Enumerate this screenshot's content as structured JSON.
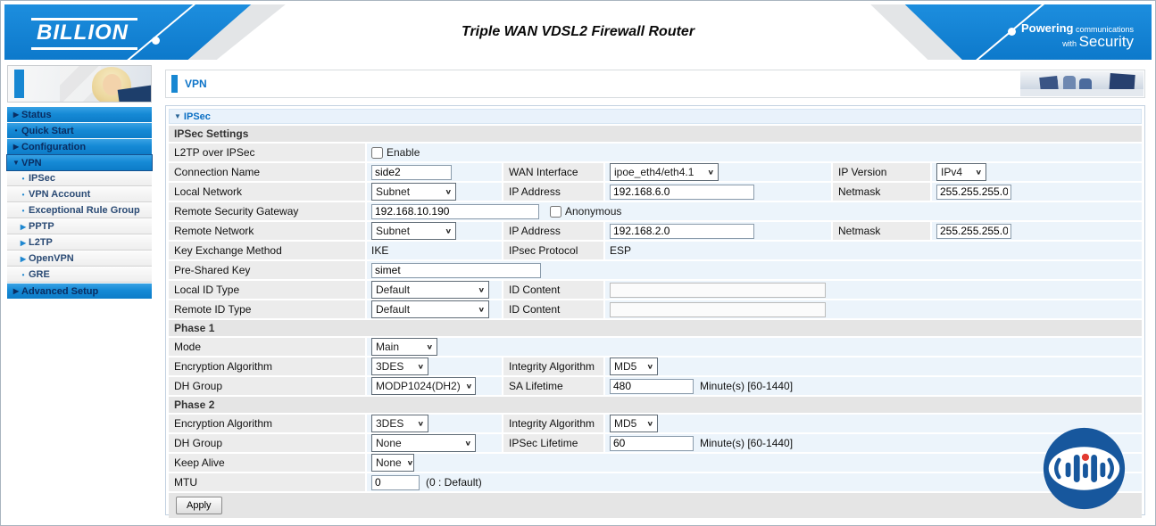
{
  "colors": {
    "header_blue": "#1283d6",
    "menu_blue": "#168ad6",
    "link_blue": "#0d74c8",
    "row_blue": "#ecf4fb",
    "label_gray": "#ececec",
    "band_gray": "#e5e5e5",
    "logo_navy": "#17579d",
    "logo_red": "#e23a30"
  },
  "icons": {
    "collapse_triangle": "▼",
    "chevron": "∨"
  },
  "header": {
    "brand": "BILLION",
    "title": "Triple WAN VDSL2 Firewall Router",
    "tagline_bold": "Powering",
    "tagline_rest": " communications",
    "tagline_with": "with ",
    "tagline_big": "Security"
  },
  "sidebar": {
    "items": [
      {
        "label": "Status",
        "arrow": "▶"
      },
      {
        "label": "Quick Start",
        "arrow": "•"
      },
      {
        "label": "Configuration",
        "arrow": "▶"
      },
      {
        "label": "VPN",
        "arrow": "▼"
      },
      {
        "label": "IPSec",
        "arrow": "•"
      },
      {
        "label": "VPN Account",
        "arrow": "•"
      },
      {
        "label": "Exceptional Rule Group",
        "arrow": "•"
      },
      {
        "label": "PPTP",
        "arrow": "▶"
      },
      {
        "label": "L2TP",
        "arrow": "▶"
      },
      {
        "label": "OpenVPN",
        "arrow": "▶"
      },
      {
        "label": "GRE",
        "arrow": "•"
      },
      {
        "label": "Advanced Setup",
        "arrow": "▶"
      }
    ]
  },
  "page": {
    "title": "VPN"
  },
  "panel": {
    "header": "IPSec"
  },
  "form": {
    "section_settings": "IPSec Settings",
    "l2tp": {
      "label": "L2TP over IPSec",
      "enable_label": "Enable"
    },
    "conn": {
      "label": "Connection Name",
      "value": "side2",
      "wan_label": "WAN Interface",
      "wan_value": "ipoe_eth4/eth4.1",
      "ipver_label": "IP Version",
      "ipver_value": "IPv4"
    },
    "local_net": {
      "label": "Local Network",
      "type_value": "Subnet",
      "ip_label": "IP Address",
      "ip_value": "192.168.6.0",
      "netmask_label": "Netmask",
      "netmask_value": "255.255.255.0"
    },
    "rsg": {
      "label": "Remote Security Gateway",
      "value": "192.168.10.190",
      "anon_label": "Anonymous"
    },
    "remote_net": {
      "label": "Remote Network",
      "type_value": "Subnet",
      "ip_label": "IP Address",
      "ip_value": "192.168.2.0",
      "netmask_label": "Netmask",
      "netmask_value": "255.255.255.0"
    },
    "kex": {
      "label": "Key Exchange Method",
      "value": "IKE",
      "proto_label": "IPsec Protocol",
      "proto_value": "ESP"
    },
    "psk": {
      "label": "Pre-Shared Key",
      "value": "simet"
    },
    "local_id": {
      "label": "Local ID Type",
      "value": "Default",
      "content_label": "ID Content",
      "content_value": ""
    },
    "remote_id": {
      "label": "Remote ID Type",
      "value": "Default",
      "content_label": "ID Content",
      "content_value": ""
    },
    "phase1": {
      "title": "Phase 1",
      "mode": {
        "label": "Mode",
        "value": "Main"
      },
      "enc": {
        "label": "Encryption Algorithm",
        "value": "3DES",
        "integrity_label": "Integrity Algorithm",
        "integrity_value": "MD5"
      },
      "dh": {
        "label": "DH Group",
        "value": "MODP1024(DH2)",
        "sa_label": "SA Lifetime",
        "sa_value": "480",
        "sa_hint": "Minute(s) [60-1440]"
      }
    },
    "phase2": {
      "title": "Phase 2",
      "enc": {
        "label": "Encryption Algorithm",
        "value": "3DES",
        "integrity_label": "Integrity Algorithm",
        "integrity_value": "MD5"
      },
      "dh": {
        "label": "DH Group",
        "value": "None",
        "lifetime_label": "IPSec Lifetime",
        "lifetime_value": "60",
        "lifetime_hint": "Minute(s) [60-1440]"
      }
    },
    "keep_alive": {
      "label": "Keep Alive",
      "value": "None"
    },
    "mtu": {
      "label": "MTU",
      "value": "0",
      "hint": "(0 : Default)"
    },
    "apply_label": "Apply"
  }
}
